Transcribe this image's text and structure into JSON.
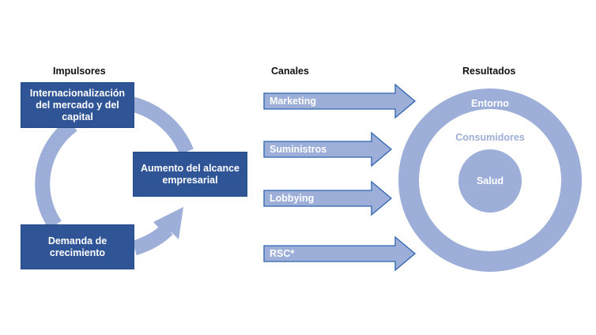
{
  "headers": {
    "drivers": "Impulsores",
    "channels": "Canales",
    "results": "Resultados"
  },
  "drivers": {
    "internationalization": "Internacionalización del mercado y del capital",
    "business_reach": "Aumento del alcance empresarial",
    "growth_demand": "Demanda de crecimiento"
  },
  "channels": [
    {
      "label": "Marketing"
    },
    {
      "label": "Suministros"
    },
    {
      "label": "Lobbying"
    },
    {
      "label": "RSC*"
    }
  ],
  "results": {
    "outer": "Entorno",
    "middle": "Consumidores",
    "inner": "Salud"
  },
  "colors": {
    "dark_blue": "#2f5597",
    "light_blue": "#9dafd8",
    "arrow_border": "#2e64b0",
    "white": "#ffffff"
  }
}
